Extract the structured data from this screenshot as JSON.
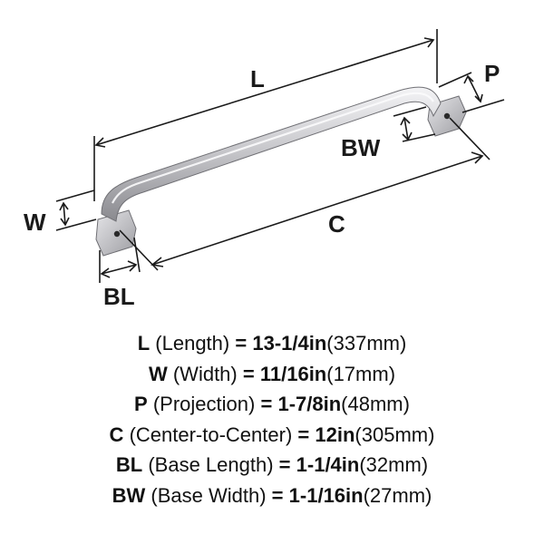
{
  "diagram": {
    "labels": {
      "L": "L",
      "P": "P",
      "BW": "BW",
      "W": "W",
      "C": "C",
      "BL": "BL"
    }
  },
  "specs": [
    {
      "code": "L",
      "name": "(Length)",
      "eq": "=",
      "imperial": "13-1/4in",
      "metric": "(337mm)"
    },
    {
      "code": "W",
      "name": "(Width)",
      "eq": "=",
      "imperial": "11/16in",
      "metric": "(17mm)"
    },
    {
      "code": "P",
      "name": "(Projection)",
      "eq": "=",
      "imperial": "1-7/8in",
      "metric": "(48mm)"
    },
    {
      "code": "C",
      "name": "(Center-to-Center)",
      "eq": "=",
      "imperial": "12in",
      "metric": "(305mm)"
    },
    {
      "code": "BL",
      "name": "(Base Length)",
      "eq": "=",
      "imperial": "1-1/4in",
      "metric": "(32mm)"
    },
    {
      "code": "BW",
      "name": "(Base Width)",
      "eq": "=",
      "imperial": "1-1/16in",
      "metric": "(27mm)"
    }
  ],
  "colors": {
    "metal_light": "#e8e8ea",
    "metal_mid": "#b9b9bd",
    "metal_dark": "#7d7d82",
    "ink": "#1a1a1a"
  }
}
